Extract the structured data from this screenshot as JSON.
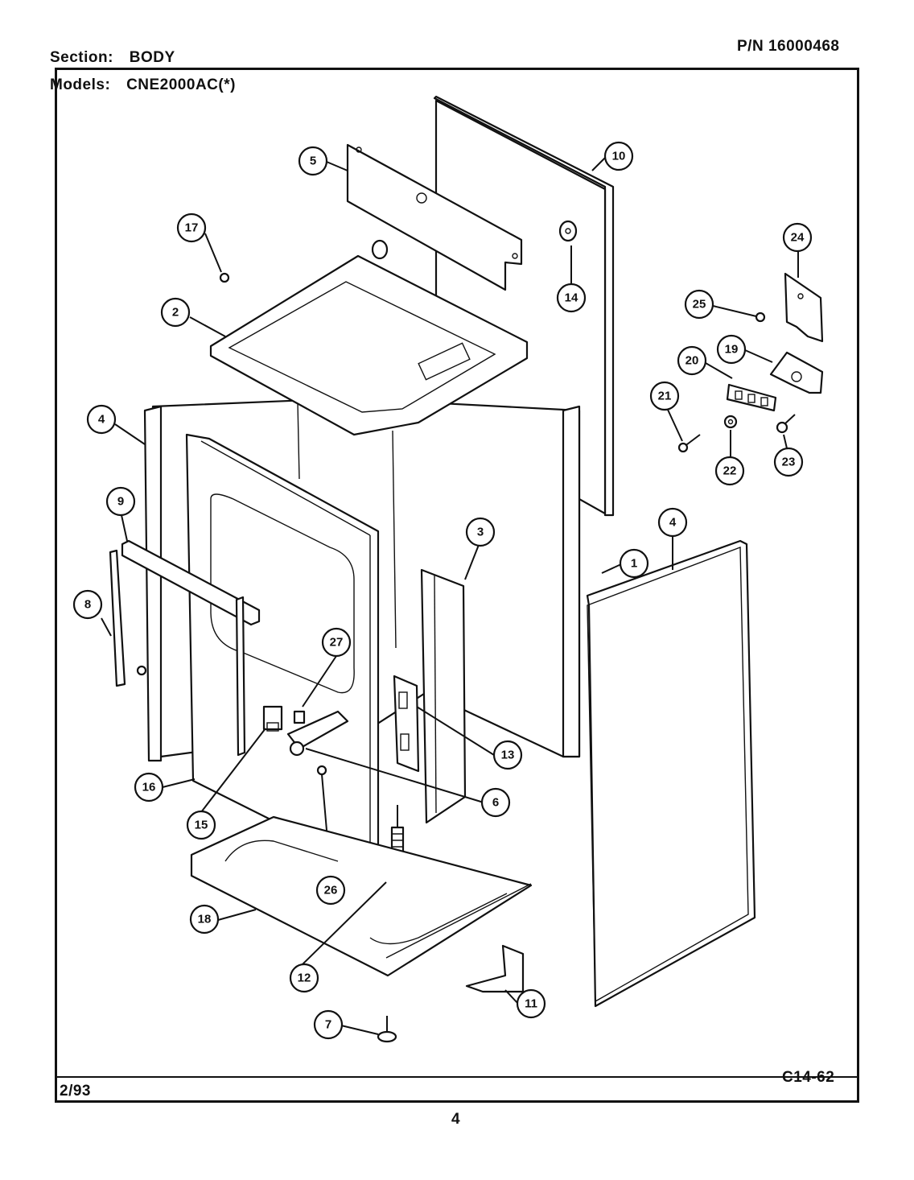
{
  "header": {
    "section_label": "Section:",
    "section_value": "BODY",
    "models_label": "Models:",
    "models_value": "CNE2000AC(*)",
    "part_number": "P/N 16000468"
  },
  "footer": {
    "date": "2/93",
    "code": "C14-62",
    "page_number": "4"
  },
  "callouts": [
    "1",
    "2",
    "3",
    "4",
    "4",
    "5",
    "6",
    "7",
    "8",
    "9",
    "10",
    "11",
    "12",
    "13",
    "14",
    "15",
    "16",
    "17",
    "18",
    "19",
    "20",
    "21",
    "22",
    "23",
    "24",
    "25",
    "26",
    "27"
  ]
}
